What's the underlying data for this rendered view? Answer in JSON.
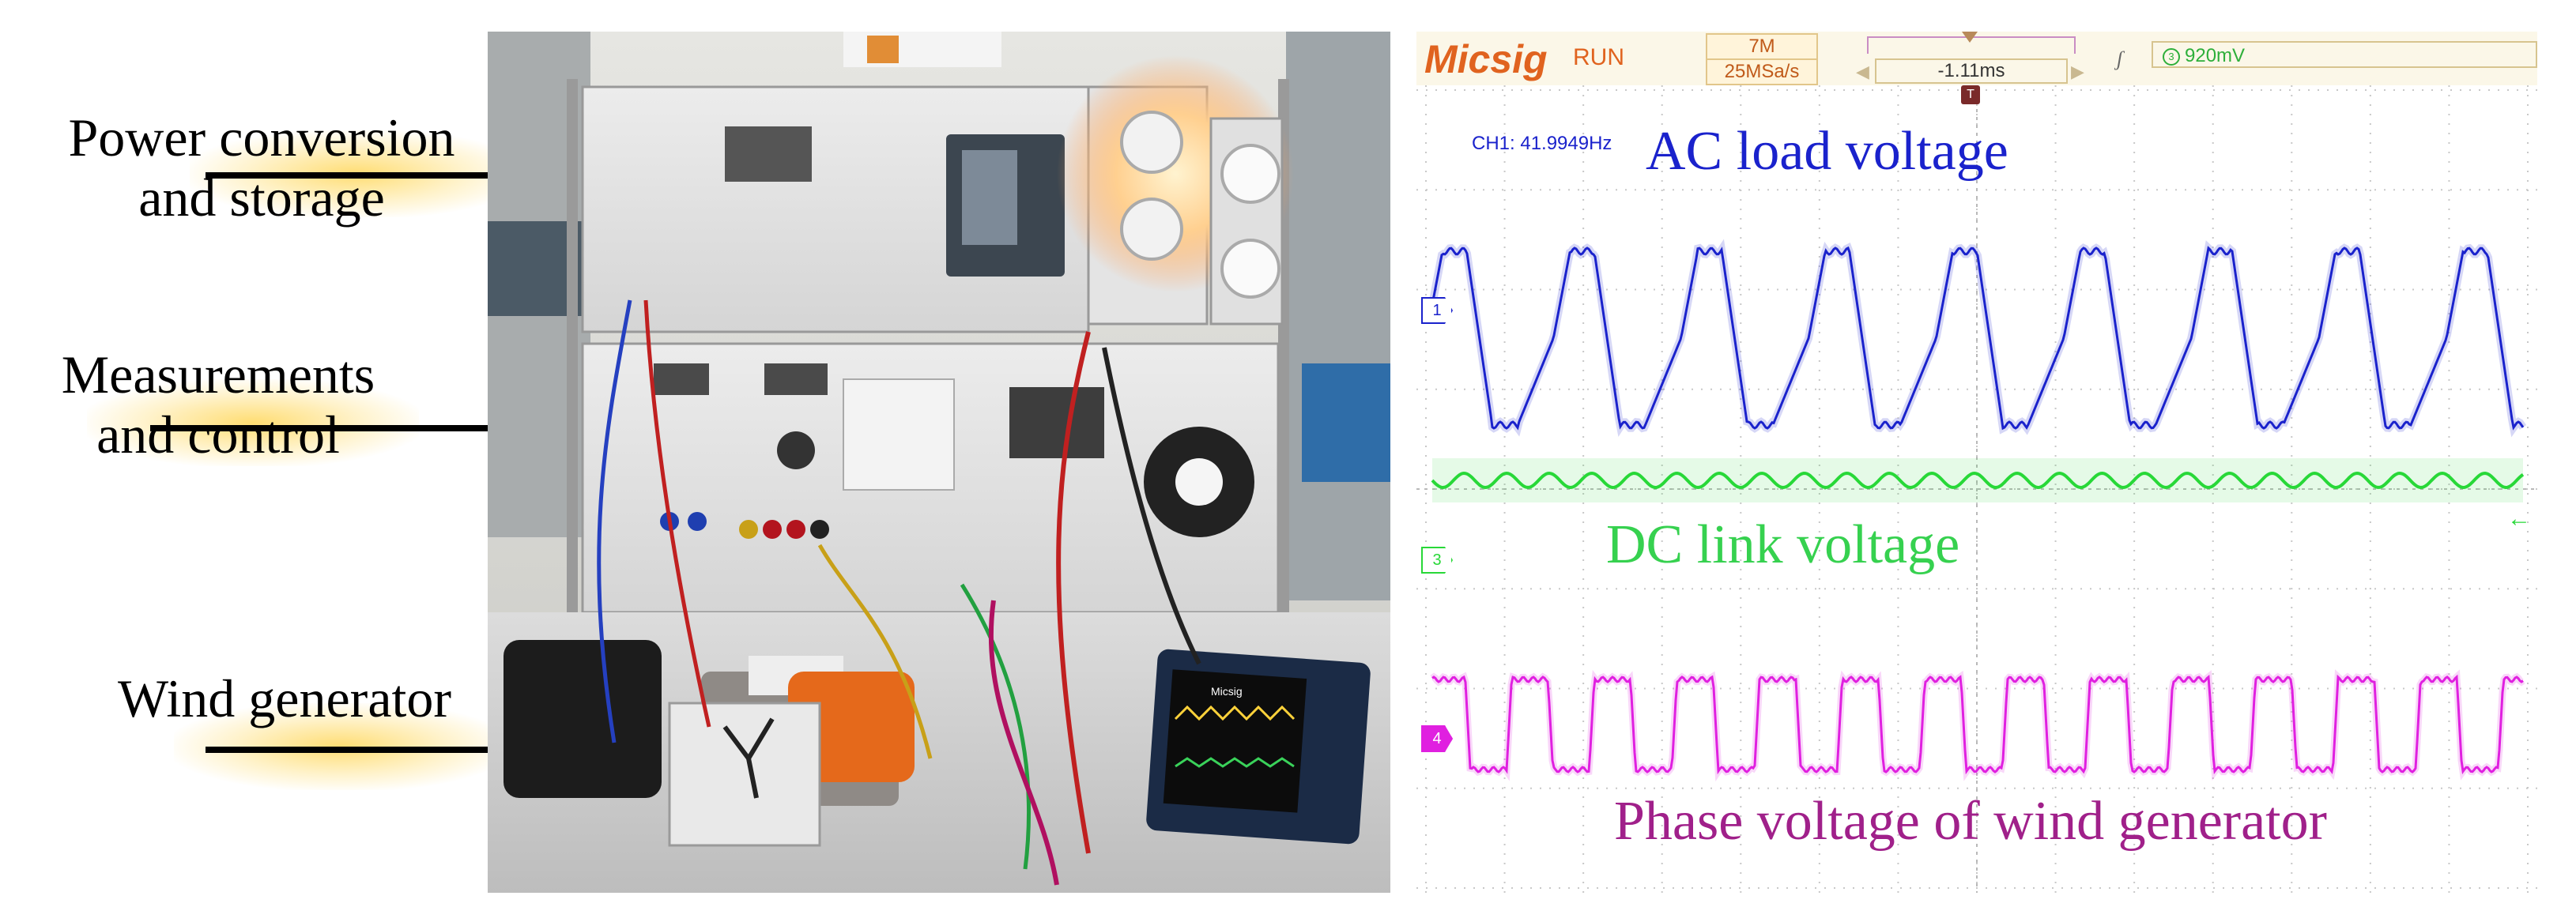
{
  "photo_labels": {
    "power": [
      "Power conversion",
      "and storage"
    ],
    "measure": [
      "Measurements",
      "and control"
    ],
    "wind": "Wind generator"
  },
  "scope": {
    "brand": "Micsig",
    "status": "RUN",
    "memory_depth": "7M",
    "sample_rate": "25MSa/s",
    "time_offset": "-1.11ms",
    "trigger_level": "920mV",
    "trigger_marker": "T",
    "freq_readout": "CH1: 41.9949Hz",
    "channel_markers": [
      "1",
      "3",
      "4"
    ],
    "traces": {
      "ac": {
        "label": "AC load voltage",
        "color": "#1a22cc"
      },
      "dc": {
        "label": "DC link voltage",
        "color": "#28d838"
      },
      "phase": {
        "label": "Phase voltage of wind generator",
        "color": "#e020e0"
      }
    },
    "screen_inset": {
      "brand": "Micsig"
    }
  },
  "colors": {
    "accent": "#e0631f",
    "ac_label": "#1a22cc",
    "dc_label": "#36d14f",
    "phase_label": "#a0208a"
  }
}
